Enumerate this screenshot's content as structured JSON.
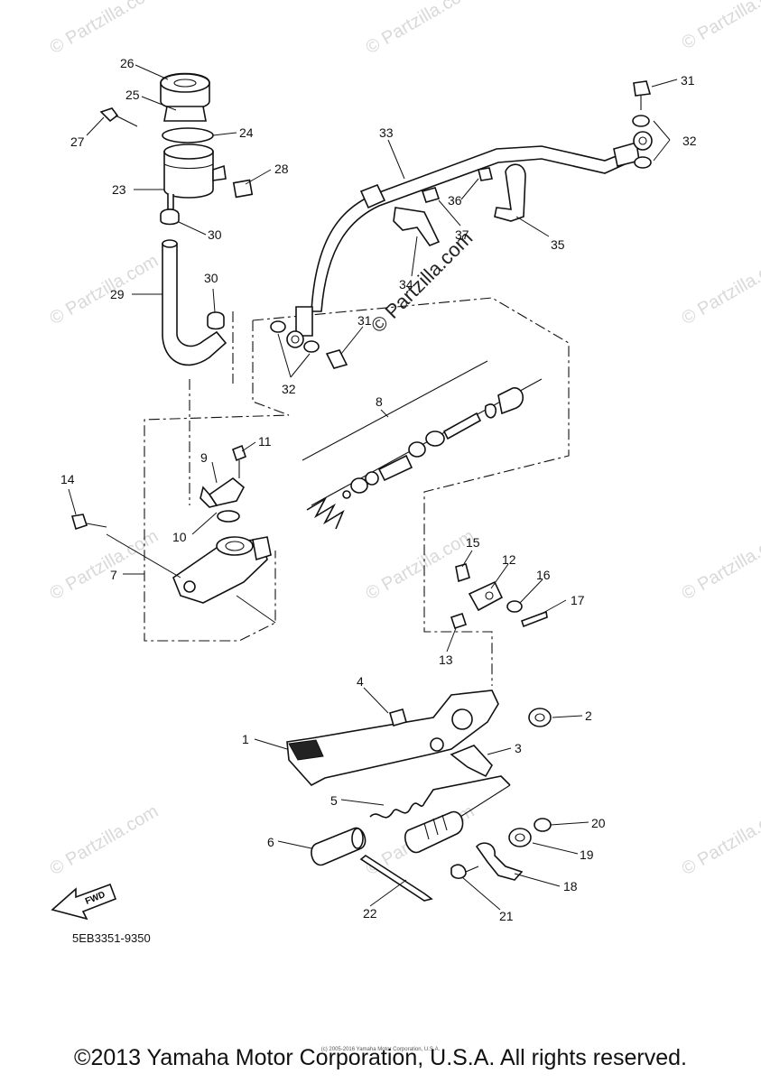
{
  "diagram": {
    "callouts": [
      "1",
      "2",
      "3",
      "4",
      "5",
      "6",
      "7",
      "8",
      "9",
      "10",
      "11",
      "12",
      "13",
      "14",
      "15",
      "16",
      "17",
      "18",
      "19",
      "20",
      "21",
      "22",
      "23",
      "24",
      "25",
      "26",
      "27",
      "28",
      "29",
      "30",
      "30",
      "31",
      "31",
      "32",
      "32",
      "33",
      "34",
      "35",
      "36",
      "37"
    ],
    "part_code": "5EB3351-9350",
    "fwd_label": "FWD",
    "watermark": "© Partzilla.com",
    "small_copyright": "(c) 2005-2016 Yamaha Motor Corporation, U.S.A.",
    "footer": "©2013 Yamaha Motor Corporation, U.S.A. All rights reserved."
  }
}
